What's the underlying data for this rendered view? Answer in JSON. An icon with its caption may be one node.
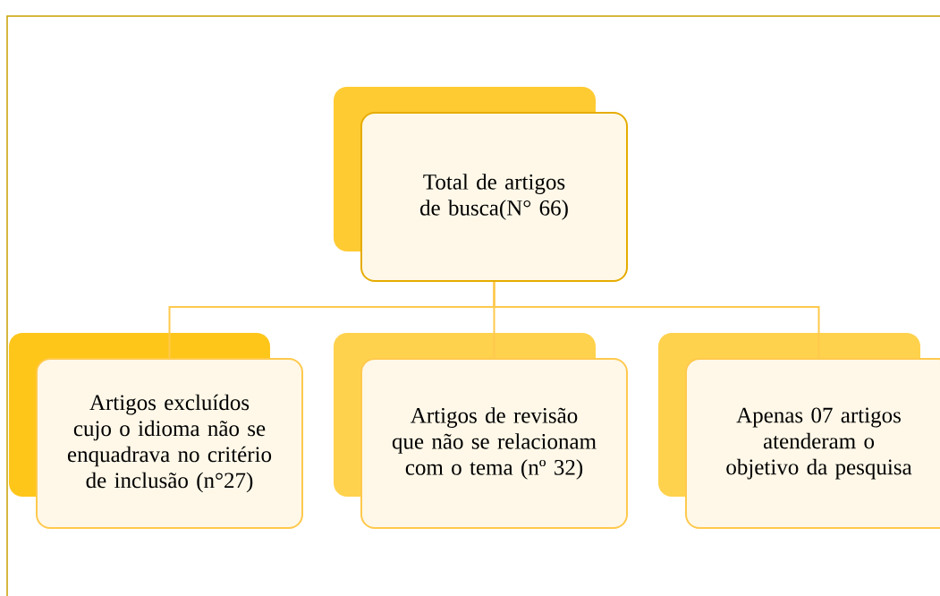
{
  "diagram": {
    "nodes": [
      {
        "text": [
          "Total de artigos de busca(N° 66)"
        ]
      },
      {
        "text": [
          "Artigos excluídos cujo o idioma não se enquadrava no critério de inclusão (n°27)"
        ]
      },
      {
        "text": [
          "Artigos de revisão que não se relacionam com o tema (nº 32)"
        ]
      },
      {
        "text": [
          "Apenas 07 artigos atenderam o objetivo da pesquisa"
        ]
      }
    ],
    "edges": [
      {
        "from": 0,
        "to": 1,
        "arrow": "none"
      },
      {
        "from": 0,
        "to": 2,
        "arrow": "none"
      },
      {
        "from": 0,
        "to": 3,
        "arrow": "none"
      }
    ]
  }
}
